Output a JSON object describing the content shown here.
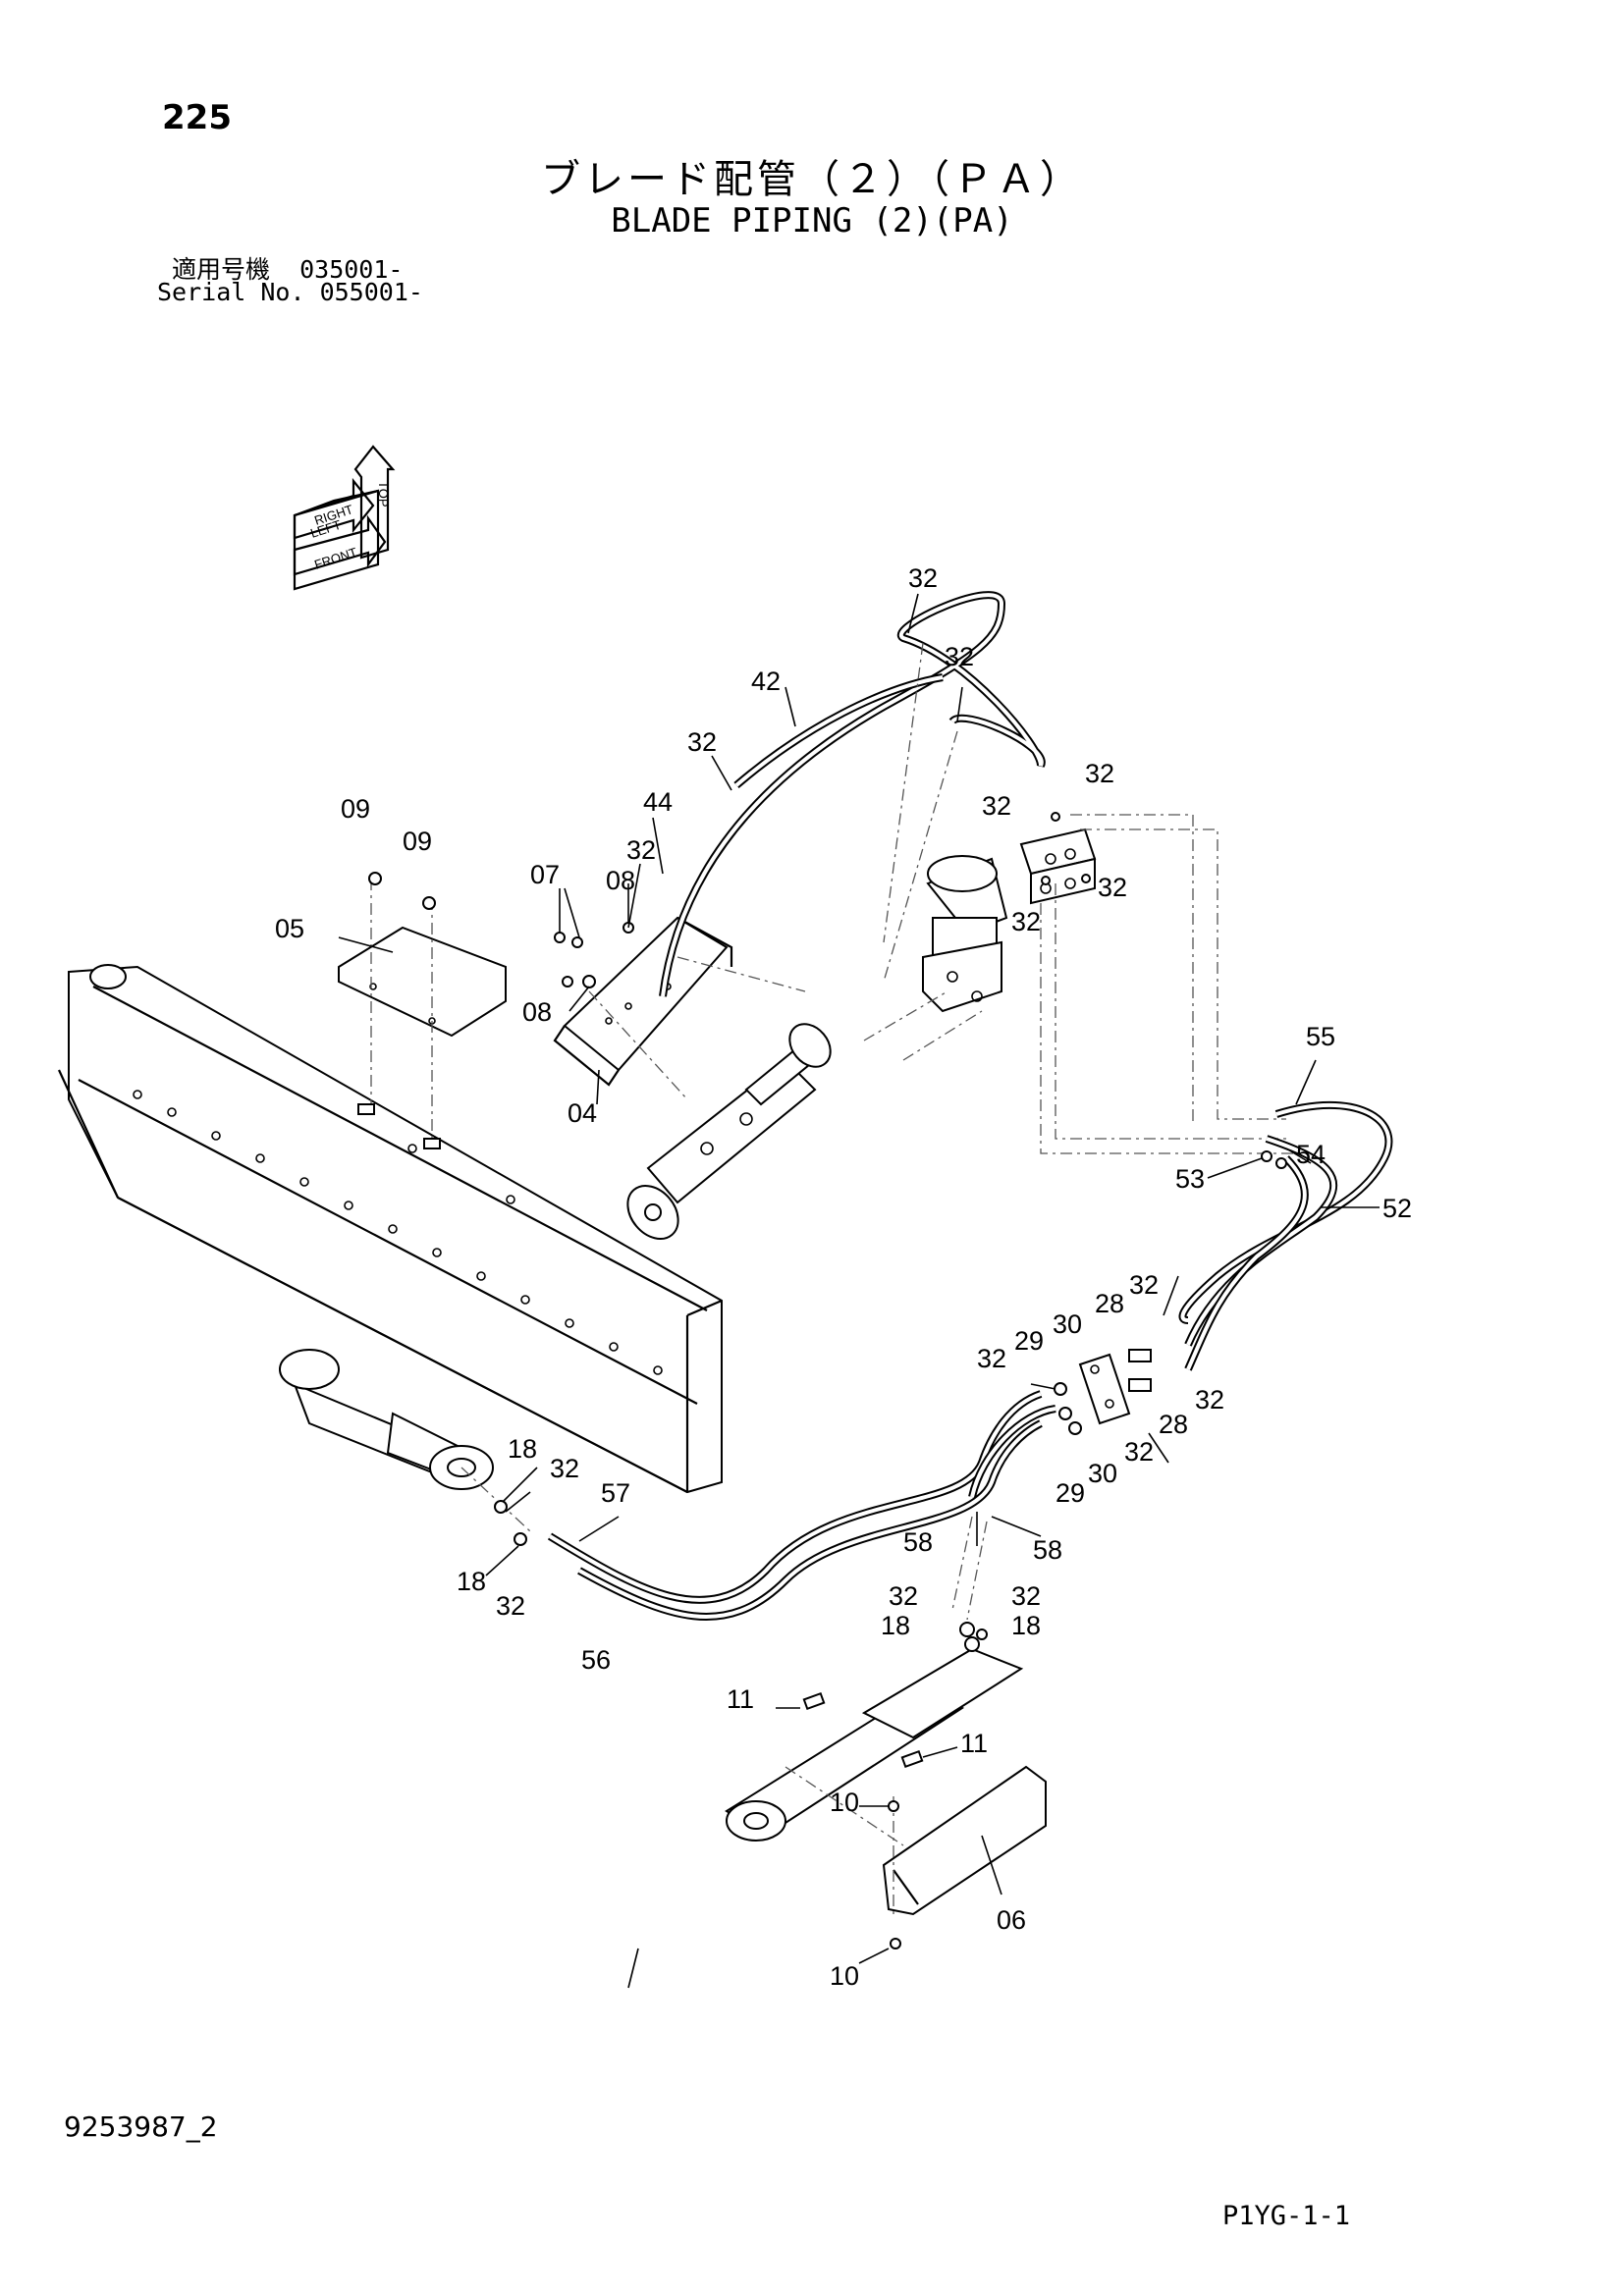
{
  "page_number": "225",
  "title_jp": "ブレード配管（２）（ＰＡ）",
  "title_en": "BLADE PIPING (2)(PA)",
  "applicable_jp": "適用号機  035001-",
  "serial_no": "Serial No. 055001-",
  "direction_marker": {
    "labels": [
      "LEFT",
      "RIGHT",
      "TOP",
      "FRONT"
    ]
  },
  "callouts": [
    "32",
    "32",
    "42",
    "32",
    "44",
    "32",
    "32",
    "32",
    "32",
    "32",
    "09",
    "09",
    "07",
    "08",
    "05",
    "32",
    "08",
    "04",
    "55",
    "54",
    "53",
    "52",
    "32",
    "28",
    "30",
    "29",
    "32",
    "32",
    "28",
    "32",
    "30",
    "29",
    "32",
    "18",
    "32",
    "57",
    "18",
    "32",
    "58",
    "58",
    "32",
    "32",
    "18",
    "18",
    "56",
    "11",
    "11",
    "10",
    "10",
    "06"
  ],
  "doc_number": "9253987_2",
  "sheet_code": "P1YG-1-1"
}
